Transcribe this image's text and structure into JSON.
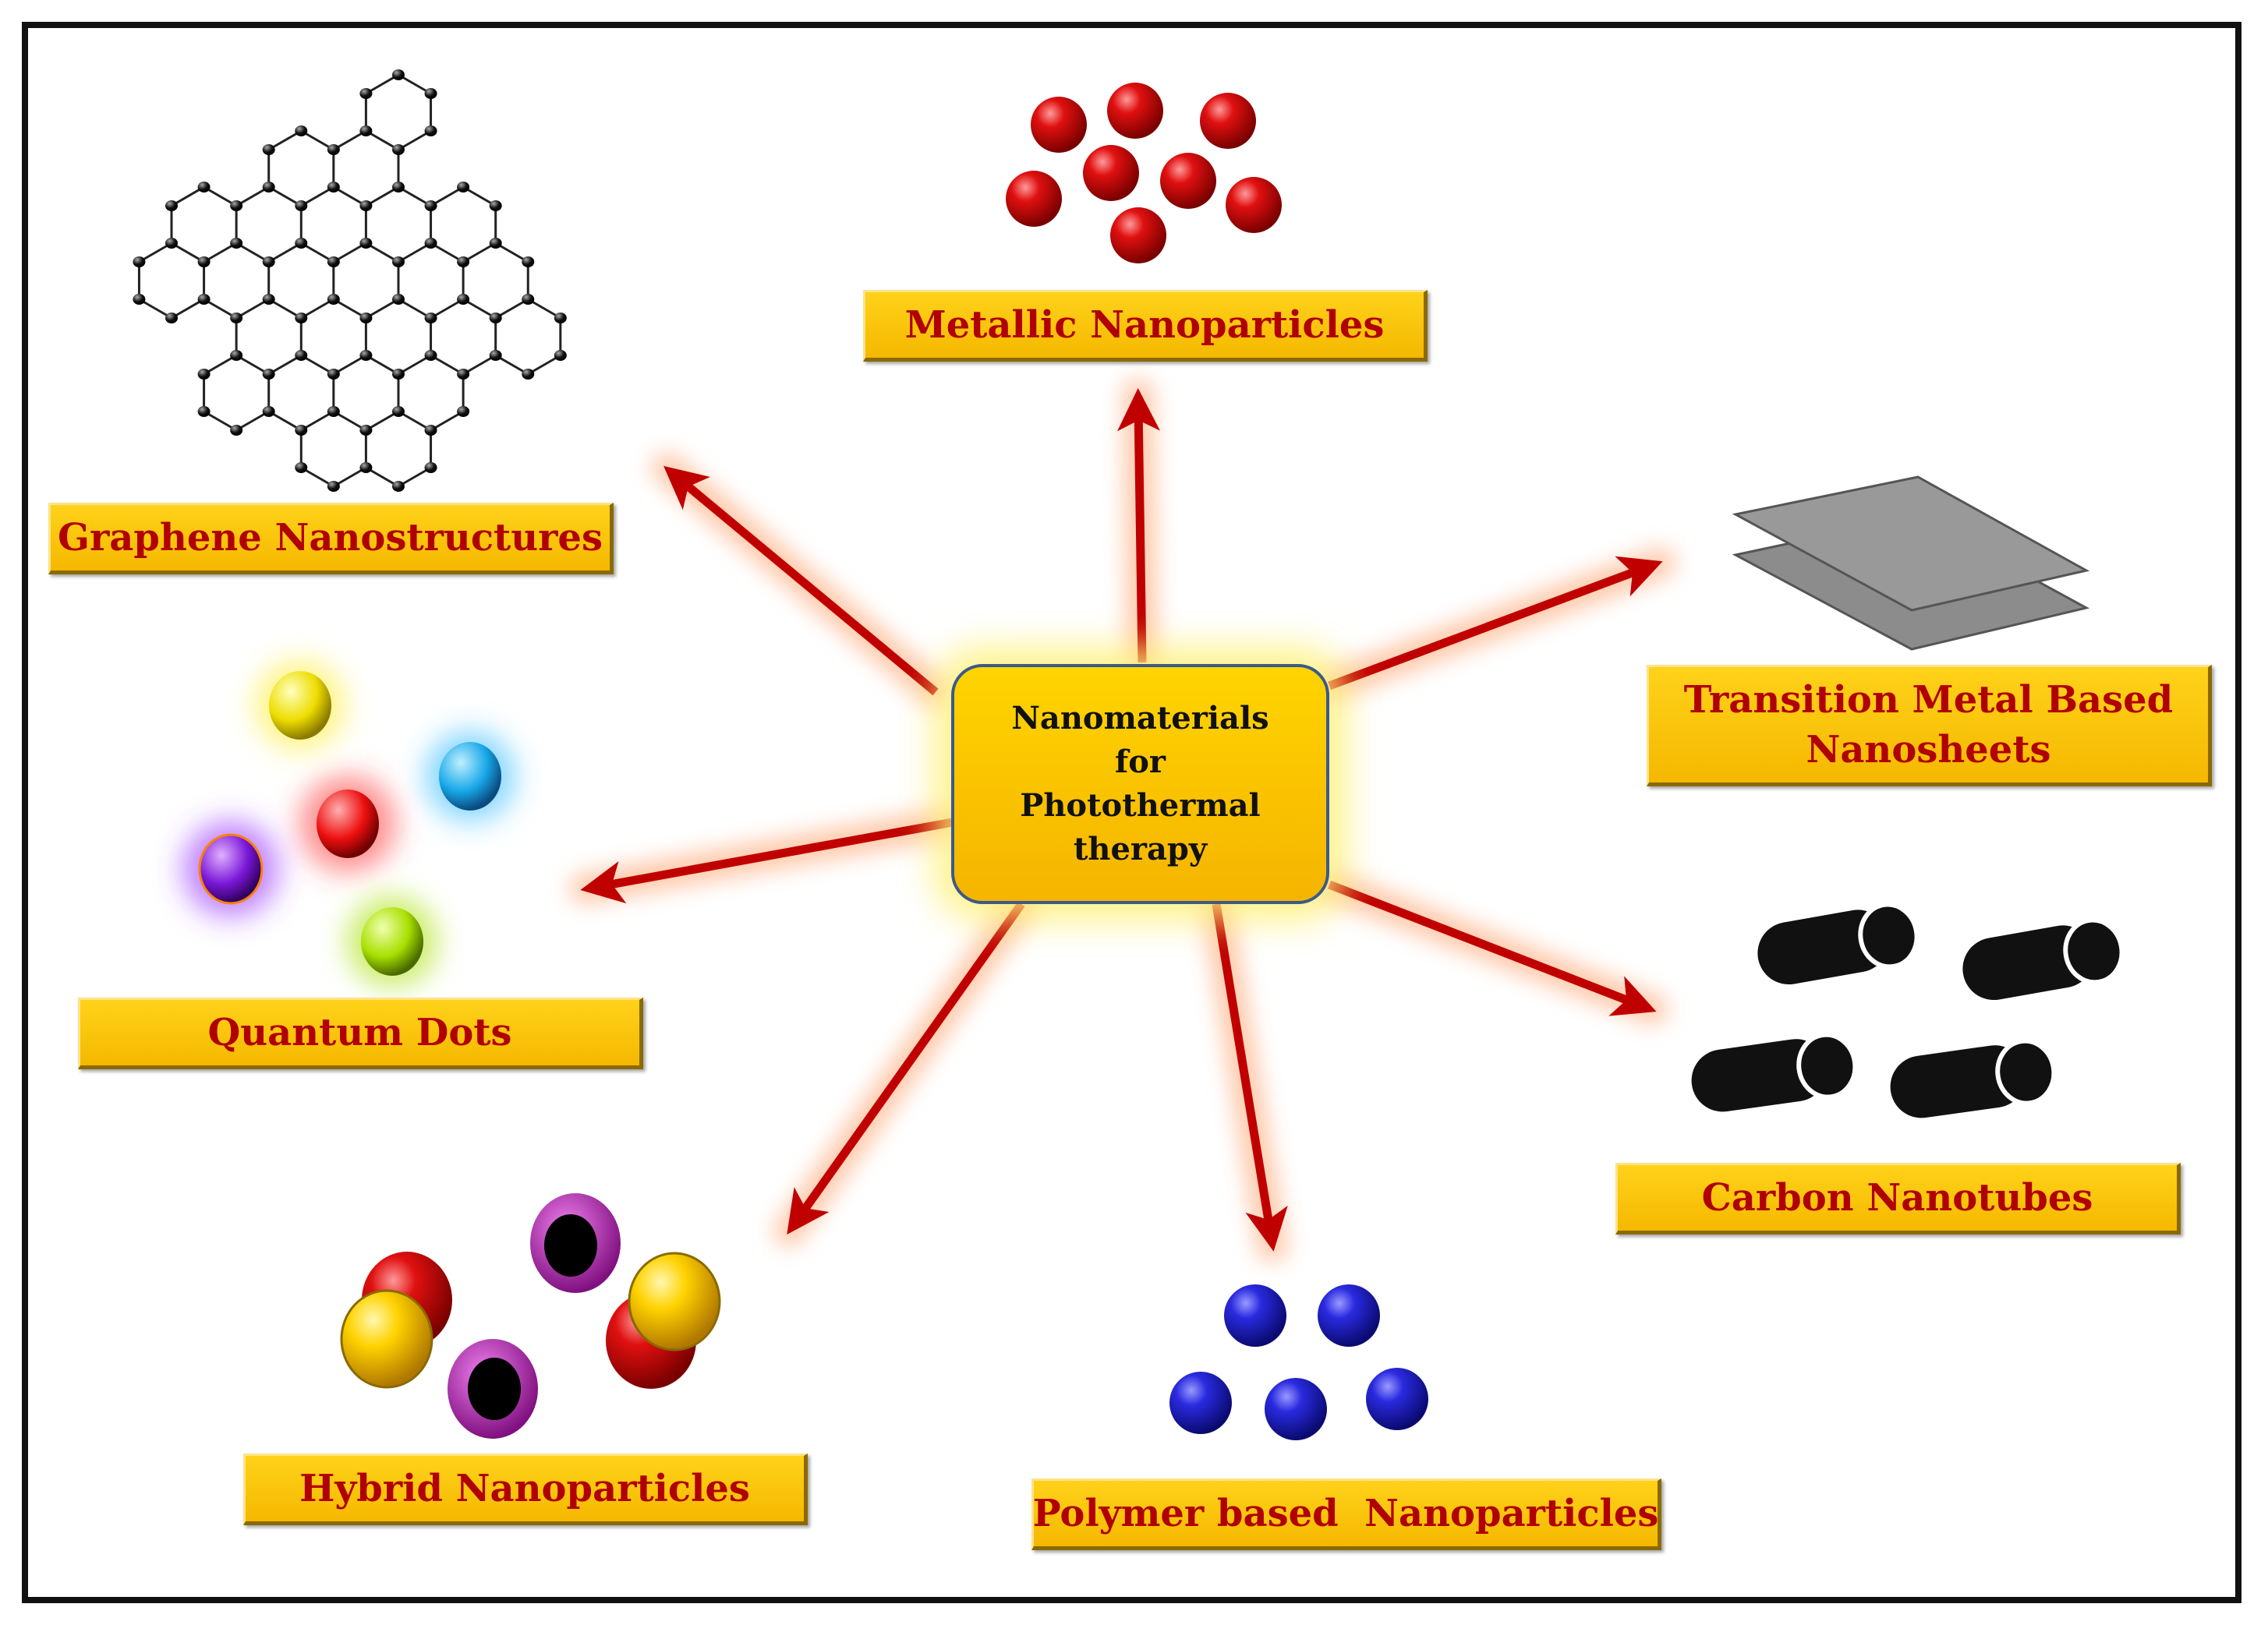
{
  "center": {
    "text": "Nanomaterials for Photothermal therapy"
  },
  "categories": [
    {
      "id": "metallic",
      "label": "Metallic Nanoparticles",
      "icon": "red-spheres-icon"
    },
    {
      "id": "graphene",
      "label": "Graphene Nanostructures",
      "icon": "graphene-lattice-icon"
    },
    {
      "id": "tmd",
      "label": "Transition Metal Based Nanosheets",
      "icon": "stacked-sheets-icon"
    },
    {
      "id": "qdots",
      "label": "Quantum Dots",
      "icon": "glowing-dots-icon"
    },
    {
      "id": "cnt",
      "label": "Carbon Nanotubes",
      "icon": "nanotubes-icon"
    },
    {
      "id": "hybrid",
      "label": "Hybrid Nanoparticles",
      "icon": "core-shell-particles-icon"
    },
    {
      "id": "polymer",
      "label": "Polymer based  Nanoparticles",
      "icon": "blue-spheres-icon"
    }
  ],
  "colors": {
    "arrow": "#c00000",
    "label_fill": "#ffcc00",
    "label_text": "#b00000",
    "metallic": "#d00000",
    "polymer": "#2a2ad8",
    "sheet": "#8c8c8c",
    "qd_yellow": "#ffee00",
    "qd_blue": "#18a8e8",
    "qd_red": "#ee1010",
    "qd_purple": "#7a18d8",
    "qd_green": "#a8e000"
  }
}
